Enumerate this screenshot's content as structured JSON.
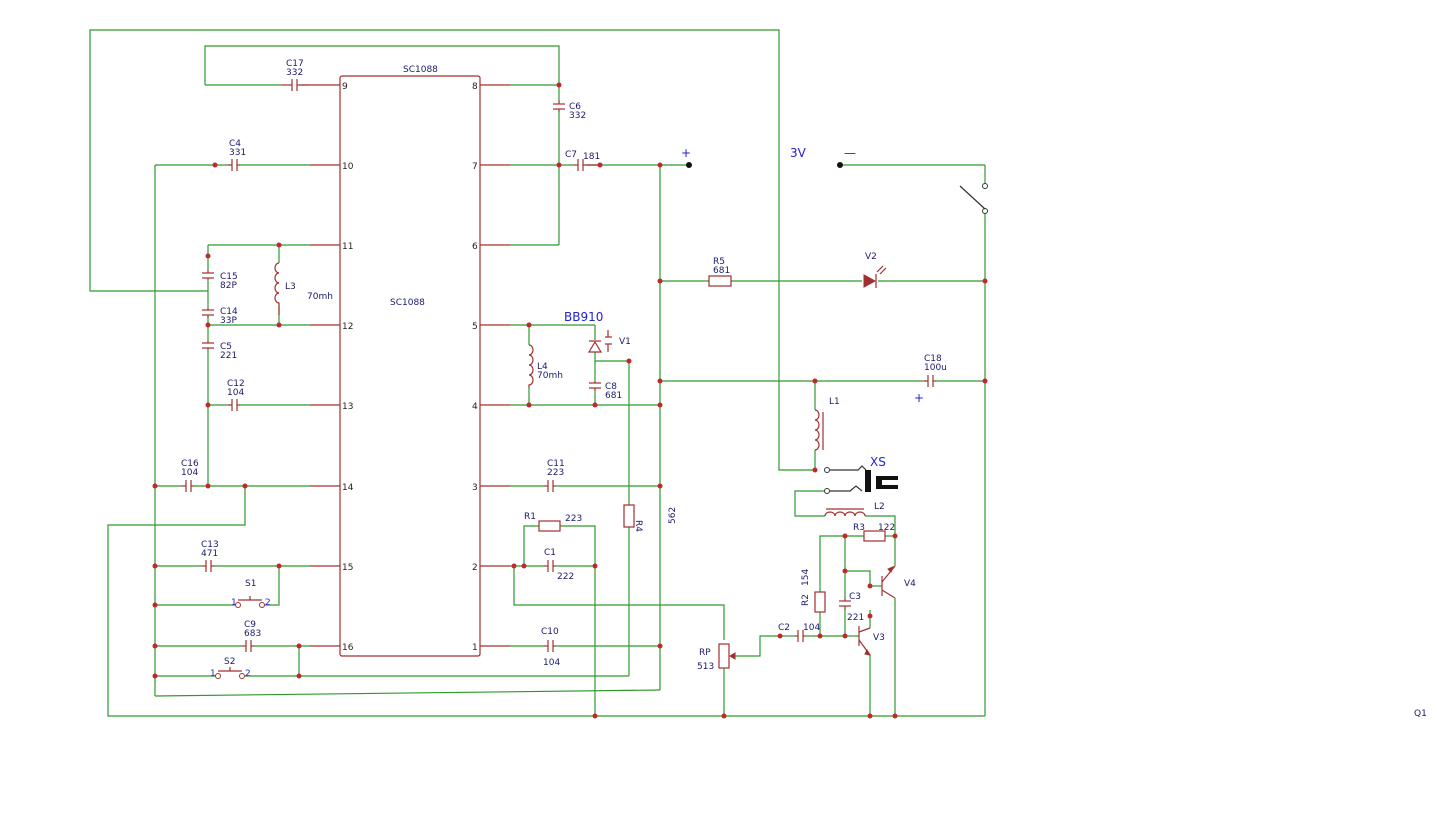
{
  "ic": {
    "name": "SC1088",
    "center_label": "SC1088",
    "left_pins": [
      "9",
      "10",
      "11",
      "12",
      "13",
      "14",
      "15",
      "16"
    ],
    "right_pins": [
      "8",
      "7",
      "6",
      "5",
      "4",
      "3",
      "2",
      "1"
    ]
  },
  "components": {
    "C17": [
      "C17",
      "332"
    ],
    "C6": [
      "C6",
      "332"
    ],
    "C4": [
      "C4",
      "331"
    ],
    "C7": [
      "C7",
      "181"
    ],
    "C15": [
      "C15",
      "82P"
    ],
    "C14": [
      "C14",
      "33P"
    ],
    "C5": [
      "C5",
      "221"
    ],
    "L3": [
      "L3",
      "70mh"
    ],
    "C12": [
      "C12",
      "104"
    ],
    "C16": [
      "C16",
      "104"
    ],
    "C13": [
      "C13",
      "471"
    ],
    "C9": [
      "C9",
      "683"
    ],
    "S1": [
      "S1",
      "1",
      "2"
    ],
    "S2": [
      "S2",
      "1",
      "2"
    ],
    "R5": [
      "R5",
      "681"
    ],
    "V2": [
      "V2"
    ],
    "BB910": [
      "BB910",
      "V1"
    ],
    "L4": [
      "L4",
      "70mh"
    ],
    "C8": [
      "C8",
      "681"
    ],
    "C18": [
      "C18",
      "100u"
    ],
    "L1": [
      "L1"
    ],
    "XS": [
      "XS"
    ],
    "L2": [
      "L2"
    ],
    "C11": [
      "C11",
      "223"
    ],
    "R1": [
      "R1",
      "223"
    ],
    "C1": [
      "C1",
      "222"
    ],
    "R4": [
      "R4",
      "562"
    ],
    "R3": [
      "R3",
      "122"
    ],
    "R2": [
      "R2",
      "154"
    ],
    "C3": [
      "C3",
      "221"
    ],
    "V4": [
      "V4"
    ],
    "C2": [
      "C2",
      "104"
    ],
    "V3": [
      "V3"
    ],
    "C10": [
      "C10",
      "104"
    ],
    "RP": [
      "RP",
      "513"
    ]
  },
  "battery": {
    "plus": "+",
    "voltage": "3V",
    "minus": "—",
    "c18_plus": "+"
  },
  "corner_label": "Q1",
  "colors": {
    "wire": "#2e9a2e",
    "part": "#a0302f",
    "junction": "#c0282a",
    "label": "#1a1a6e",
    "highlight": "#2222cc"
  }
}
